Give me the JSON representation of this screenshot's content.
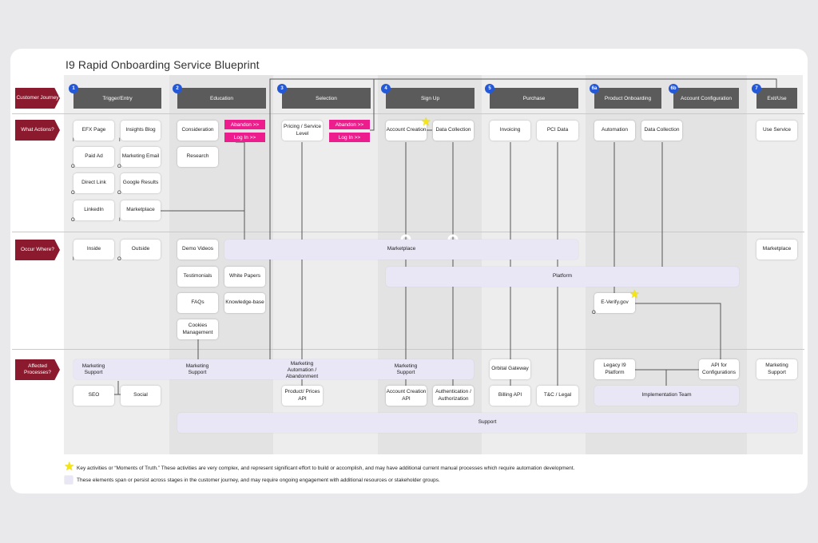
{
  "title": "I9 Rapid Onboarding Service Blueprint",
  "colors": {
    "row_label": "#8b1a2e",
    "stage_header": "#5b5b5b",
    "stage_number": "#2458d6",
    "highlight": "#ee1d8d",
    "span_element": "#e9e6f5",
    "star": "#f4e611"
  },
  "row_labels": [
    "Customer Journey",
    "What Actions?",
    "Occur Where?",
    "Affected Processes?"
  ],
  "stages": [
    {
      "num": "1",
      "label": "Trigger/Entry"
    },
    {
      "num": "2",
      "label": "Education"
    },
    {
      "num": "3",
      "label": "Selection"
    },
    {
      "num": "4",
      "label": "Sign Up"
    },
    {
      "num": "5",
      "label": "Purchase"
    },
    {
      "num": "6a",
      "label": "Product Onboarding"
    },
    {
      "num": "6b",
      "label": "Account Configuration"
    },
    {
      "num": "7",
      "label": "Exit/Use"
    }
  ],
  "actions": {
    "efx_page": "EFX Page",
    "insights_blog": "Insights Blog",
    "paid_ad": "Paid Ad",
    "marketing_email": "Marketing Email",
    "direct_link": "Direct Link",
    "google_results": "Google Results",
    "linkedin": "LinkedIn",
    "marketplace": "Marketplace",
    "consideration": "Consideration",
    "research": "Research",
    "abandon": "Abandon >>",
    "log_in": "Log In >>",
    "pricing": "Pricing / Service Level",
    "account_creation": "Account Creation",
    "data_collection": "Data Collection",
    "invoicing": "Invoicing",
    "pci_data": "PCI Data",
    "automation": "Automation",
    "use_service": "Use Service"
  },
  "where": {
    "inside": "Inside",
    "outside": "Outside",
    "demo_videos": "Demo Videos",
    "testimonials": "Testimonials",
    "white_papers": "White Papers",
    "faqs": "FAQs",
    "knowledge_base": "Knowledge-base",
    "cookies": "Cookies Management",
    "marketplace_span": "Marketplace",
    "platform_span": "Platform",
    "everify": "E-Verify.gov",
    "marketplace_exit": "Marketplace"
  },
  "processes": {
    "marketing_support": "Marketing Support",
    "marketing_automation": "Marketing Automation / Abandonment",
    "seo": "SEO",
    "social": "Social",
    "product_prices_api": "Product/ Prices API",
    "account_creation_api": "Account Creation API",
    "auth": "Authentication / Authorization",
    "orbital_gateway": "Orbital Gateway",
    "billing_api": "Billing API",
    "tc_legal": "T&C / Legal",
    "legacy_platform": "Legacy I9 Platform",
    "api_config": "API for Configurations",
    "implementation_team": "Implementation Team",
    "support": "Support"
  },
  "tags": {
    "i": "I",
    "o": "O"
  },
  "legend": {
    "star_text": "Key activities or “Moments of Truth.” These activities are very complex, and represent significant effort to build or accomplish, and may have additional current manual processes which require automation development.",
    "span_text": "These elements span or persist across stages in the customer journey, and may require ongoing engagement with additional resources or stakeholder groups."
  }
}
